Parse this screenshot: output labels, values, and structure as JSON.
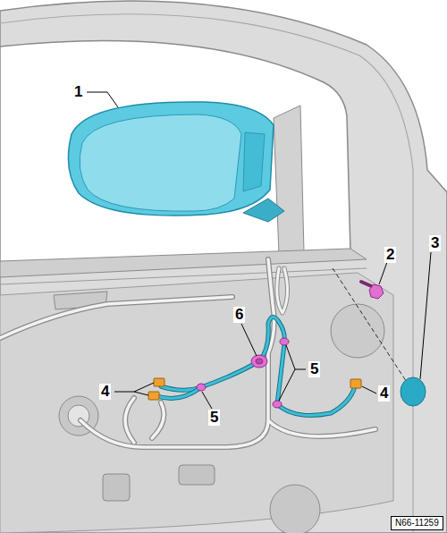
{
  "diagram": {
    "labels": [
      "1",
      "2",
      "3",
      "6",
      "4",
      "5",
      "5",
      "4",
      "N66-11259"
    ]
  }
}
